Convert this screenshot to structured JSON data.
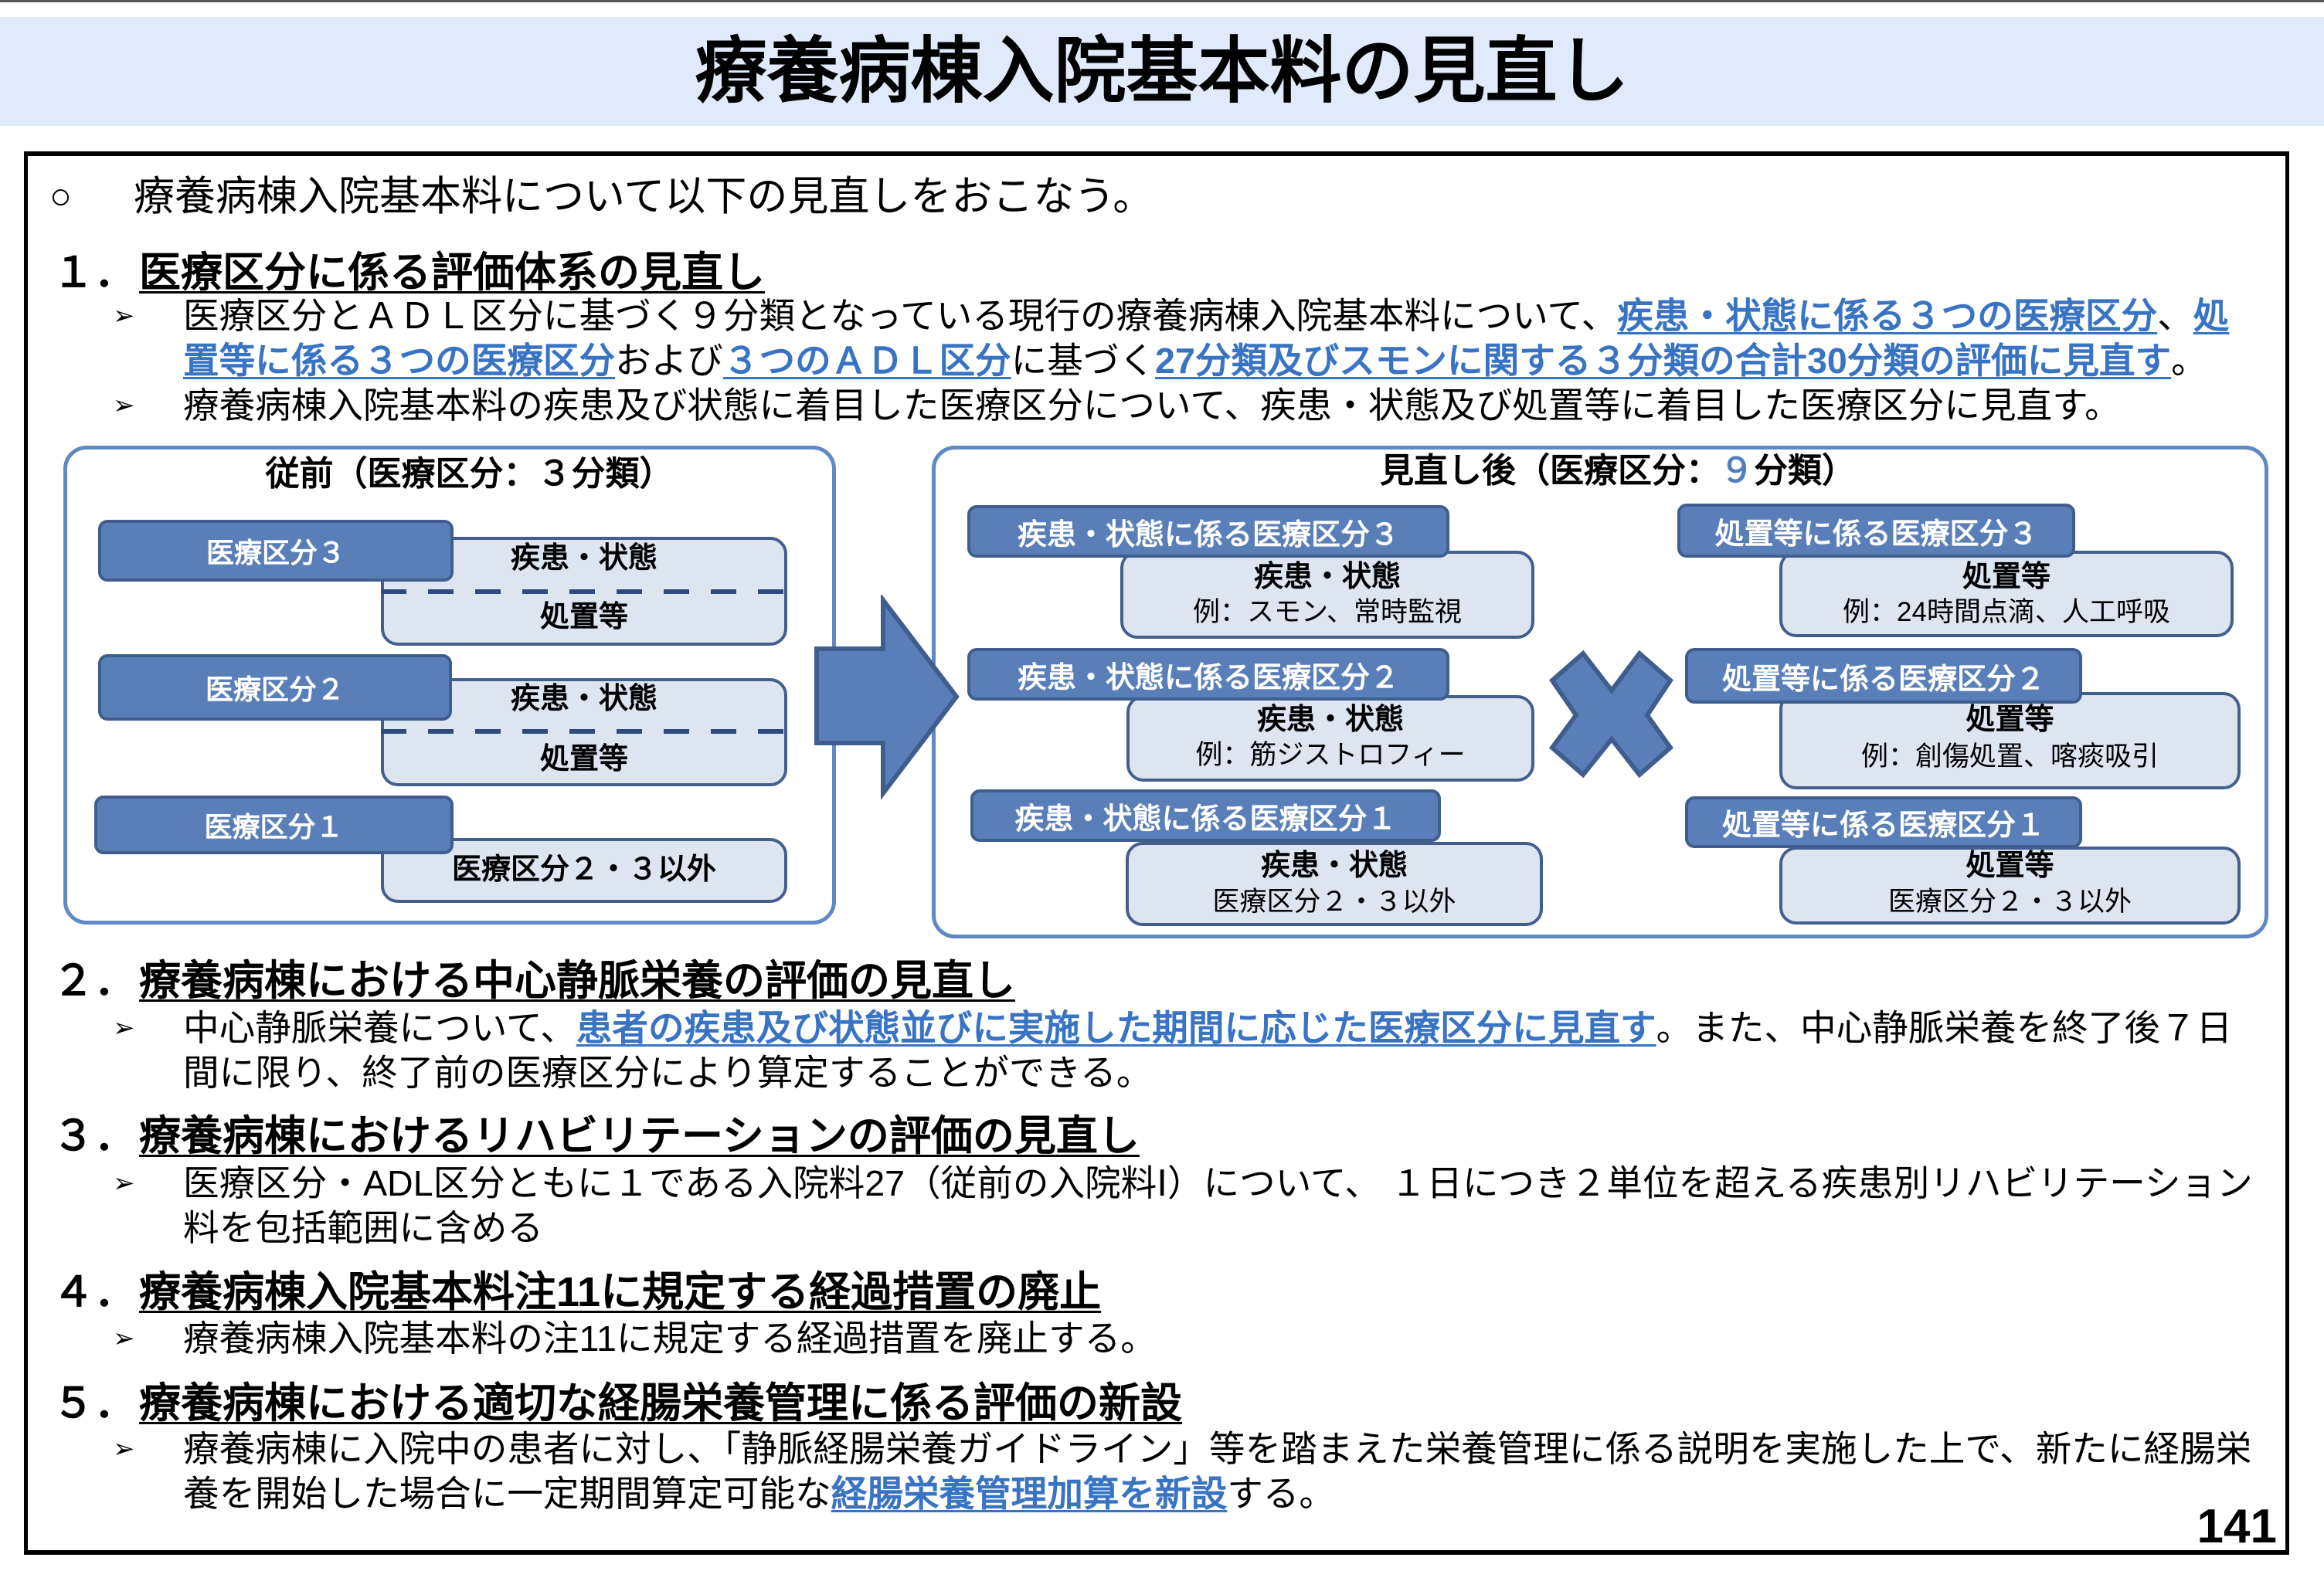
{
  "page": {
    "title": "療養病棟入院基本料の見直し",
    "page_number": "141"
  },
  "intro": {
    "marker": "○",
    "text": "療養病棟入院基本料について以下の見直しをおこなう。"
  },
  "sections": [
    {
      "number": "１．",
      "title": "医療区分に係る評価体系の見直し",
      "bullets": [
        {
          "marker": "➢",
          "segments": [
            {
              "text": "医療区分とＡＤＬ区分に基づく９分類となっている現行の療養病棟入院基本料について、",
              "emphasis": false
            },
            {
              "text": "疾患・状態に係る３つの医療区分",
              "emphasis": true
            },
            {
              "text": "、",
              "emphasis": false
            },
            {
              "text": "処置等に係る３つの医療区分",
              "emphasis": true
            },
            {
              "text": "および",
              "emphasis": false
            },
            {
              "text": "３つのＡＤＬ区分",
              "emphasis": true
            },
            {
              "text": "に基づく",
              "emphasis": false
            },
            {
              "text": "27分類及びスモンに関する３分類の合計30分類の評価に見直す",
              "emphasis": true
            },
            {
              "text": "。",
              "emphasis": false
            }
          ]
        },
        {
          "marker": "➢",
          "segments": [
            {
              "text": "療養病棟入院基本料の疾患及び状態に着目した医療区分について、疾患・状態及び処置等に着目した医療区分に見直す。",
              "emphasis": false
            }
          ]
        }
      ]
    },
    {
      "number": "２．",
      "title": "療養病棟における中心静脈栄養の評価の見直し",
      "bullets": [
        {
          "marker": "➢",
          "segments": [
            {
              "text": "中心静脈栄養について、",
              "emphasis": false
            },
            {
              "text": "患者の疾患及び状態並びに実施した期間に応じた医療区分に見直す",
              "emphasis": true
            },
            {
              "text": "。また、中心静脈栄養を終了後７日間に限り、終了前の医療区分により算定することができる。",
              "emphasis": false
            }
          ]
        }
      ]
    },
    {
      "number": "３．",
      "title": "療養病棟におけるリハビリテーションの評価の見直し",
      "bullets": [
        {
          "marker": "➢",
          "segments": [
            {
              "text": "医療区分・ADL区分ともに１である入院料27（従前の入院料Ⅰ）について、 １日につき２単位を超える疾患別リハビリテーション料を包括範囲に含める",
              "emphasis": false
            }
          ]
        }
      ]
    },
    {
      "number": "４．",
      "title": "療養病棟入院基本料注11に規定する経過措置の廃止",
      "bullets": [
        {
          "marker": "➢",
          "segments": [
            {
              "text": "療養病棟入院基本料の注11に規定する経過措置を廃止する。",
              "emphasis": false
            }
          ]
        }
      ]
    },
    {
      "number": "５．",
      "title": "療養病棟における適切な経腸栄養管理に係る評価の新設",
      "bullets": [
        {
          "marker": "➢",
          "segments": [
            {
              "text": "療養病棟に入院中の患者に対し、「静脈経腸栄養ガイドライン」等を踏まえた栄養管理に係る説明を実施した上で、新たに経腸栄養を開始した場合に一定期間算定可能な",
              "emphasis": false
            },
            {
              "text": "経腸栄養管理加算を新設",
              "emphasis": true
            },
            {
              "text": "する。",
              "emphasis": false
            }
          ]
        }
      ]
    }
  ],
  "diagram": {
    "before": {
      "title": "従前（医療区分：３分類）",
      "categories": [
        {
          "label": "医療区分３",
          "items": [
            "疾患・状態",
            "処置等"
          ]
        },
        {
          "label": "医療区分２",
          "items": [
            "疾患・状態",
            "処置等"
          ]
        },
        {
          "label": "医療区分１",
          "items": [
            "医療区分２・３以外"
          ]
        }
      ]
    },
    "after": {
      "title_prefix": "見直し後（医療区分：",
      "title_highlight": "９",
      "title_suffix": "分類）",
      "disease_axis": [
        {
          "label": "疾患・状態に係る医療区分３",
          "heading": "疾患・状態",
          "detail": "例：スモン、常時監視"
        },
        {
          "label": "疾患・状態に係る医療区分２",
          "heading": "疾患・状態",
          "detail": "例：筋ジストロフィー"
        },
        {
          "label": "疾患・状態に係る医療区分１",
          "heading": "疾患・状態",
          "detail": "医療区分２・３以外"
        }
      ],
      "treatment_axis": [
        {
          "label": "処置等に係る医療区分３",
          "heading": "処置等",
          "detail": "例：24時間点滴、人工呼吸"
        },
        {
          "label": "処置等に係る医療区分２",
          "heading": "処置等",
          "detail": "例：創傷処置、喀痰吸引"
        },
        {
          "label": "処置等に係る医療区分１",
          "heading": "処置等",
          "detail": "医療区分２・３以外"
        }
      ]
    },
    "icons": {
      "transition": "right-arrow-icon",
      "combination": "multiply-cross-icon"
    }
  },
  "colors": {
    "title_band": "#e0eafb",
    "emphasis_text": "#3873c4",
    "label_fill": "#5a7fb8",
    "label_border": "#405e8d",
    "box_fill": "#dde5f1",
    "box_border": "#455f8c",
    "panel_border": "#6088c3",
    "divider": "#2d4b7c",
    "highlight_number": "#4f7fc0"
  }
}
